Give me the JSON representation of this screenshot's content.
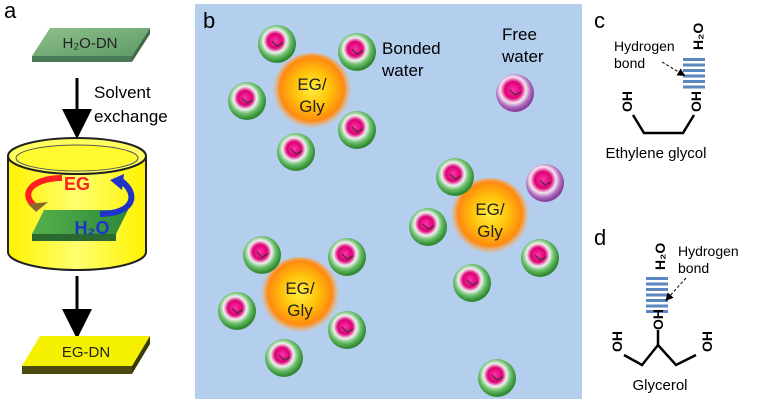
{
  "panel_a": {
    "letter": "a",
    "top_slab_label": "H₂O-DN",
    "arrow_label_line1": "Solvent",
    "arrow_label_line2": "exchange",
    "eg_label": "EG",
    "h2o_label": "H₂O",
    "bottom_slab_label": "EG-DN",
    "colors": {
      "top_slab": "#6fa67f",
      "bottom_slab": "#f4f000",
      "vessel": "#ffff4d",
      "eg": "#ff2020",
      "h2o": "#1f33c8"
    }
  },
  "panel_b": {
    "letter": "b",
    "bonded_water_line1": "Bonded",
    "bonded_water_line2": "water",
    "free_water_line1": "Free",
    "free_water_line2": "water",
    "clusters": [
      {
        "line1": "EG/",
        "line2": "Gly"
      },
      {
        "line1": "EG/",
        "line2": "Gly"
      },
      {
        "line1": "EG/",
        "line2": "Gly"
      }
    ],
    "colors": {
      "background": "#b4cfee",
      "cluster_core": "#ffe000",
      "cluster_edge": "#ff7a10",
      "molecule_center": "#e0007a",
      "molecule_shell": "#3c9a3c"
    }
  },
  "panel_c": {
    "letter": "c",
    "water_label": "H₂O",
    "hbond_line1": "Hydrogen",
    "hbond_line2": "bond",
    "oh_label": "OH",
    "caption": "Ethylene glycol"
  },
  "panel_d": {
    "letter": "d",
    "water_label": "H₂O",
    "hbond_line1": "Hydrogen",
    "hbond_line2": "bond",
    "oh_label": "OH",
    "caption": "Glycerol",
    "hbond_color": "#5b86c0"
  }
}
